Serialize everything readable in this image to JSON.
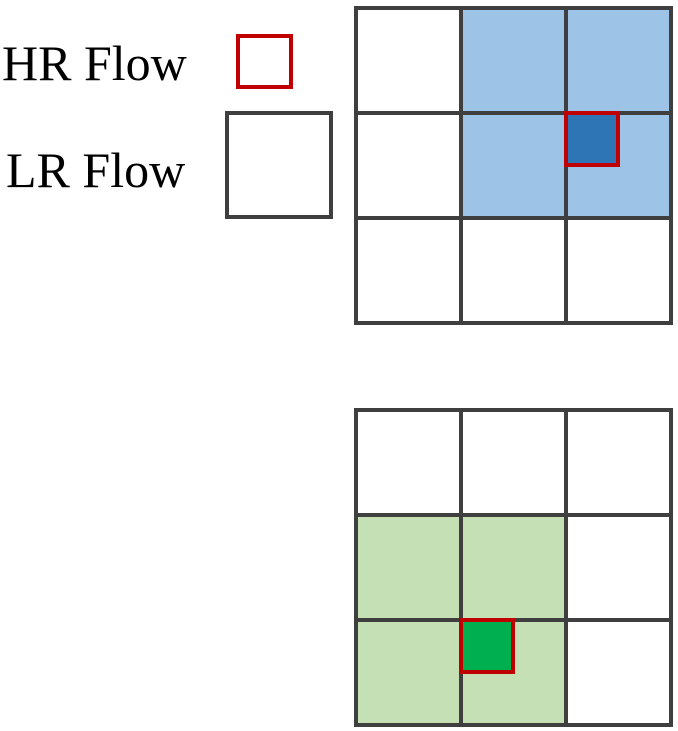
{
  "legend": {
    "hr_label": "HR Flow",
    "lr_label": "LR Flow",
    "hr_color": "#c00000",
    "lr_color": "#3f3f3f"
  },
  "grids": [
    {
      "name": "top-grid",
      "rows": 3,
      "cols": 3,
      "highlight_fill": "#9dc3e6",
      "highlight_cells": [
        [
          0,
          1
        ],
        [
          0,
          2
        ],
        [
          1,
          1
        ],
        [
          1,
          2
        ]
      ],
      "center_fill": "#2e75b6",
      "grid_stroke": "#3f3f3f"
    },
    {
      "name": "bottom-grid",
      "rows": 3,
      "cols": 3,
      "highlight_fill": "#c5e0b4",
      "highlight_cells": [
        [
          1,
          0
        ],
        [
          1,
          1
        ],
        [
          2,
          0
        ],
        [
          2,
          1
        ]
      ],
      "center_fill": "#00b050",
      "grid_stroke": "#3f3f3f"
    }
  ]
}
